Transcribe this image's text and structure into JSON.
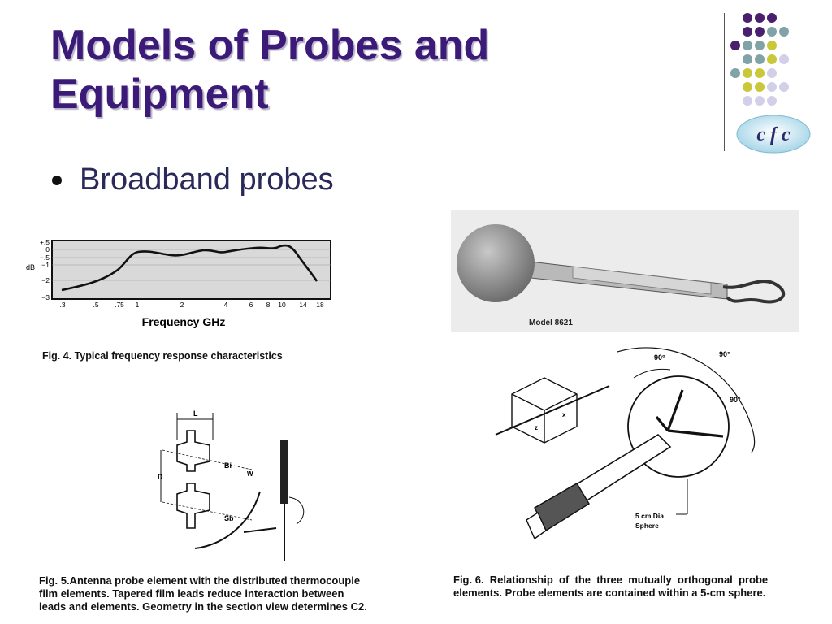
{
  "slide": {
    "title_line1": "Models of Probes and",
    "title_line2": "Equipment",
    "bullet": "Broadband probes",
    "title_color": "#3b1a78"
  },
  "logo": {
    "text": "c f c"
  },
  "figure4": {
    "ylabel": "dB",
    "y_ticks": [
      "+.5",
      "0",
      "−.5",
      "−1",
      "−2",
      "−3"
    ],
    "x_ticks": [
      ".3",
      ".5",
      ".75",
      "1",
      "2",
      "4",
      "6",
      "8",
      "10",
      "14",
      "18"
    ],
    "xlabel": "Frequency GHz",
    "caption": "Fig. 4. Typical frequency response characteristics"
  },
  "figure_photo": {
    "model_label": "Model 8621"
  },
  "figure5": {
    "label_L": "L",
    "label_Bi": "Bi",
    "label_W": "W",
    "label_D": "D",
    "label_Sb": "Sb",
    "caption_line1": "Fig. 5.Antenna probe element with the distributed thermocouple",
    "caption_line2": "film elements. Tapered film leads reduce interaction between",
    "caption_line3": "leads and elements. Geometry in the section view determines C2."
  },
  "figure6": {
    "angle1": "90°",
    "angle2": "90°",
    "angle3": "90°",
    "label_x": "x",
    "label_z": "z",
    "sphere_label_line1": "5 cm Dia",
    "sphere_label_line2": "Sphere",
    "caption_line1": "Fig. 6.  Relationship  of  the  three  mutually  orthogonal  probe",
    "caption_line2": "elements. Probe elements are contained within a 5-cm sphere."
  },
  "palette": {
    "purple": "#4a1f6e",
    "teal": "#7fa3a6",
    "lime": "#c8c83a",
    "lavender": "#d2d0e8"
  }
}
